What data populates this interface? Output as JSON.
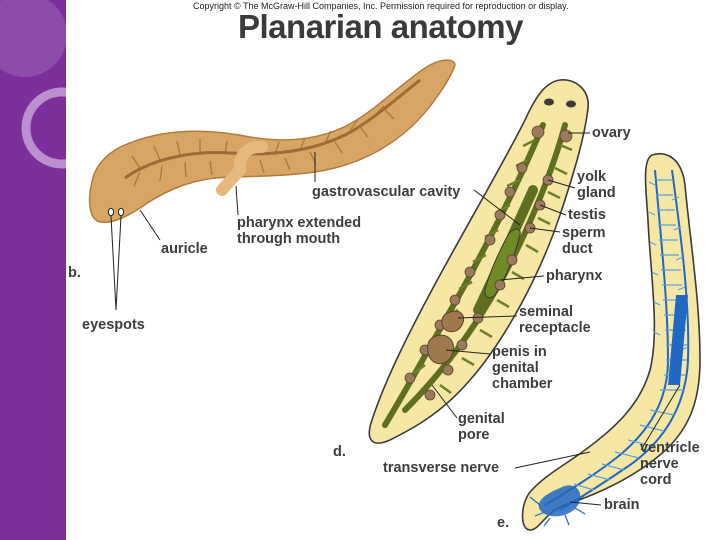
{
  "copyright": "Copyright © The McGraw-Hill Companies, Inc. Permission required for reproduction or display.",
  "title": "Planarian anatomy",
  "panel_b": {
    "letter": "b.",
    "labels": {
      "gastrovascular_cavity": "gastrovascular cavity",
      "pharynx_line1": "pharynx extended",
      "pharynx_line2": "through mouth",
      "auricle": "auricle",
      "eyespots": "eyespots"
    }
  },
  "panel_d": {
    "letter": "d.",
    "labels": {
      "ovary": "ovary",
      "yolk_line1": "yolk",
      "yolk_line2": "gland",
      "testis": "testis",
      "sperm_line1": "sperm",
      "sperm_line2": "duct",
      "pharynx": "pharynx",
      "seminal_line1": "seminal",
      "seminal_line2": "receptacle",
      "penis_line1": "penis in",
      "penis_line2": "genital",
      "penis_line3": "chamber",
      "genital_line1": "genital",
      "genital_line2": "pore"
    }
  },
  "panel_e": {
    "letter": "e.",
    "labels": {
      "ventricle_line1": "ventricle",
      "ventricle_line2": "nerve",
      "ventricle_line3": "cord",
      "transverse_nerve": "transverse nerve",
      "brain": "brain"
    }
  },
  "colors": {
    "sidebar": "#7a2f9a",
    "body_fill": "#f7e7a4",
    "worm_b": "#cf9a58",
    "gut": "#5f6f1f",
    "nerve": "#2167c4",
    "reproductive": "#9c7a5e",
    "label_text": "#3d3d3d"
  }
}
